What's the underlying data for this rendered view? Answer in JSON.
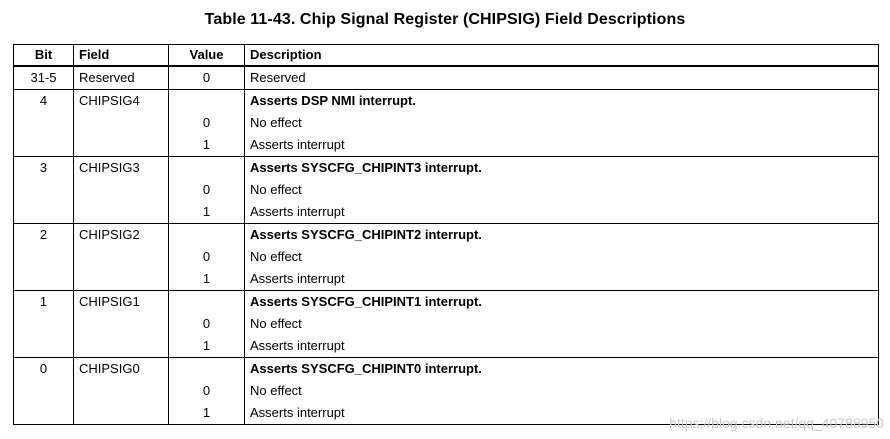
{
  "title": "Table 11-43. Chip Signal Register (CHIPSIG) Field Descriptions",
  "headers": {
    "bit": "Bit",
    "field": "Field",
    "value": "Value",
    "description": "Description"
  },
  "rows": [
    {
      "bit": "31-5",
      "field": "Reserved",
      "value": "0",
      "description": "Reserved"
    },
    {
      "bit": "4",
      "field": "CHIPSIG4",
      "value": "",
      "description": "Asserts DSP NMI interrupt."
    },
    {
      "bit": "",
      "field": "",
      "value": "0",
      "description": "No effect"
    },
    {
      "bit": "",
      "field": "",
      "value": "1",
      "description": "Asserts interrupt"
    },
    {
      "bit": "3",
      "field": "CHIPSIG3",
      "value": "",
      "description": "Asserts SYSCFG_CHIPINT3 interrupt."
    },
    {
      "bit": "",
      "field": "",
      "value": "0",
      "description": "No effect"
    },
    {
      "bit": "",
      "field": "",
      "value": "1",
      "description": "Asserts interrupt"
    },
    {
      "bit": "2",
      "field": "CHIPSIG2",
      "value": "",
      "description": "Asserts SYSCFG_CHIPINT2 interrupt."
    },
    {
      "bit": "",
      "field": "",
      "value": "0",
      "description": "No effect"
    },
    {
      "bit": "",
      "field": "",
      "value": "1",
      "description": "Asserts interrupt"
    },
    {
      "bit": "1",
      "field": "CHIPSIG1",
      "value": "",
      "description": "Asserts SYSCFG_CHIPINT1 interrupt."
    },
    {
      "bit": "",
      "field": "",
      "value": "0",
      "description": "No effect"
    },
    {
      "bit": "",
      "field": "",
      "value": "1",
      "description": "Asserts interrupt"
    },
    {
      "bit": "0",
      "field": "CHIPSIG0",
      "value": "",
      "description": "Asserts SYSCFG_CHIPINT0 interrupt."
    },
    {
      "bit": "",
      "field": "",
      "value": "0",
      "description": "No effect"
    },
    {
      "bit": "",
      "field": "",
      "value": "1",
      "description": "Asserts interrupt"
    }
  ],
  "watermark": "https://blog.csdn.net/qq_40788950"
}
